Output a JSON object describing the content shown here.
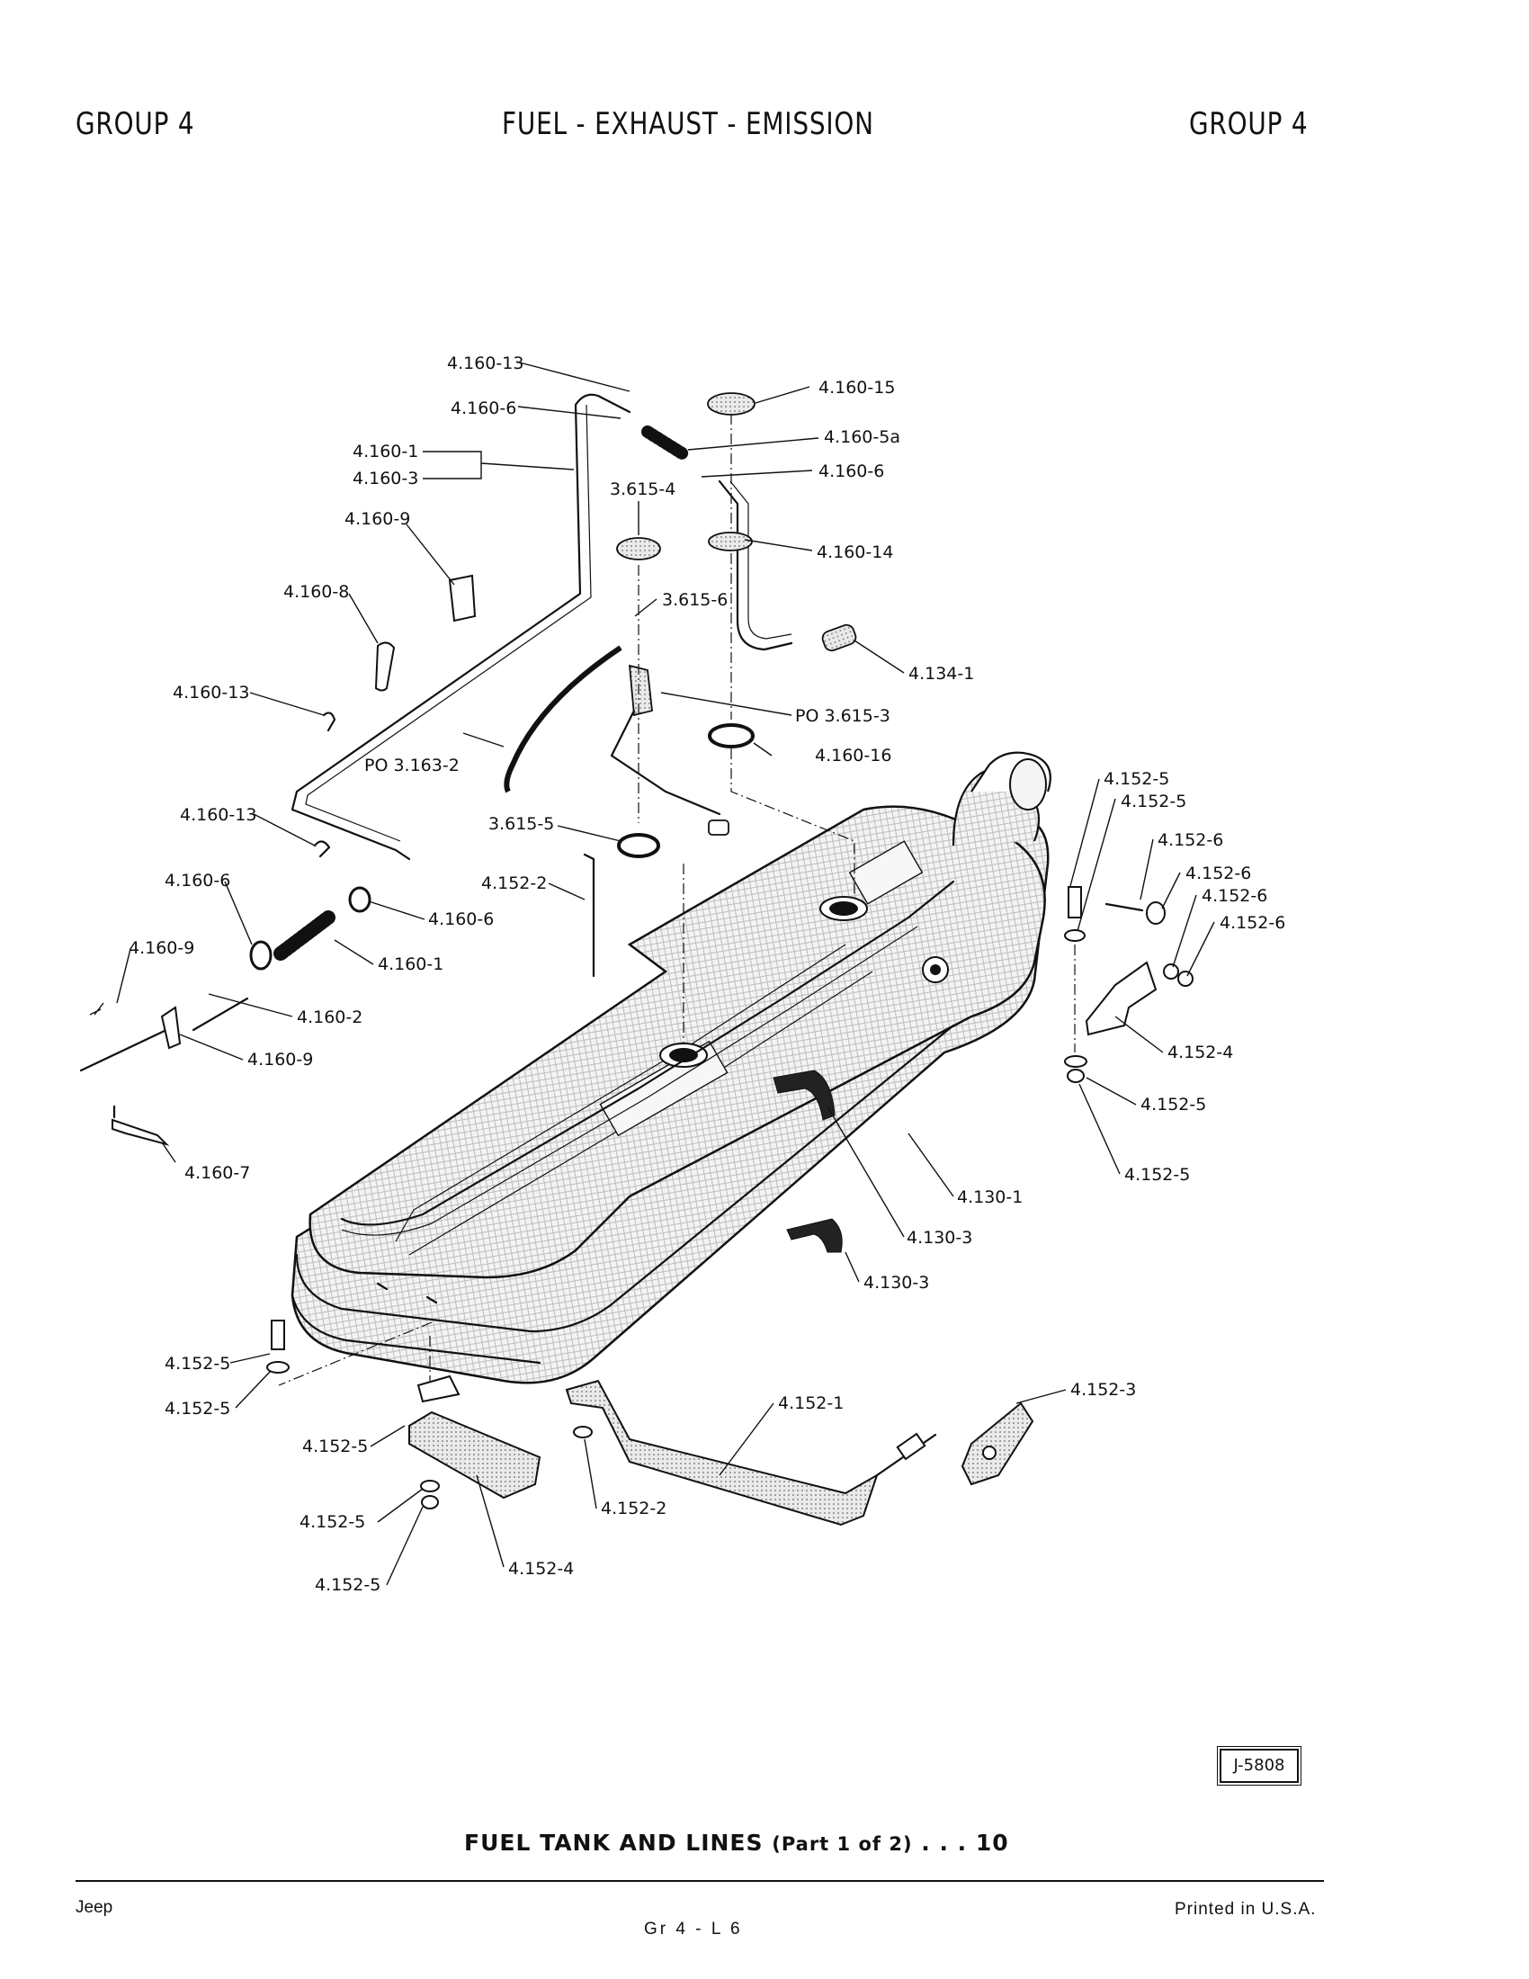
{
  "header": {
    "left": "GROUP 4",
    "center": "FUEL - EXHAUST - EMISSION",
    "right": "GROUP 4"
  },
  "callouts": [
    "4.160-13",
    "4.160-6",
    "4.160-1",
    "4.160-3",
    "4.160-9",
    "4.160-8",
    "4.160-13",
    "4.160-13",
    "4.160-6",
    "4.160-9",
    "4.160-7",
    "4.160-15",
    "4.160-5a",
    "4.160-6",
    "3.615-4",
    "4.160-14",
    "3.615-6",
    "4.134-1",
    "PO 3.615-3",
    "4.160-16",
    "PO 3.163-2",
    "3.615-5",
    "4.152-2",
    "4.160-6",
    "4.160-1",
    "4.160-2",
    "4.160-9",
    "4.152-5",
    "4.152-5",
    "4.152-6",
    "4.152-6",
    "4.152-6",
    "4.152-6",
    "4.152-4",
    "4.152-5",
    "4.152-5",
    "4.130-1",
    "4.130-3",
    "4.130-3",
    "4.152-5",
    "4.152-5",
    "4.152-5",
    "4.152-5",
    "4.152-5",
    "4.152-4",
    "4.152-1",
    "4.152-2",
    "4.152-3"
  ],
  "figure_ref": "J-5808",
  "caption": {
    "title": "FUEL  TANK  AND  LINES",
    "part": "(Part 1 of 2)",
    "page": ". . . 10"
  },
  "footer": {
    "left": "Jeep",
    "center": "Gr 4 - L 6",
    "right": "Printed  in U.S.A."
  }
}
